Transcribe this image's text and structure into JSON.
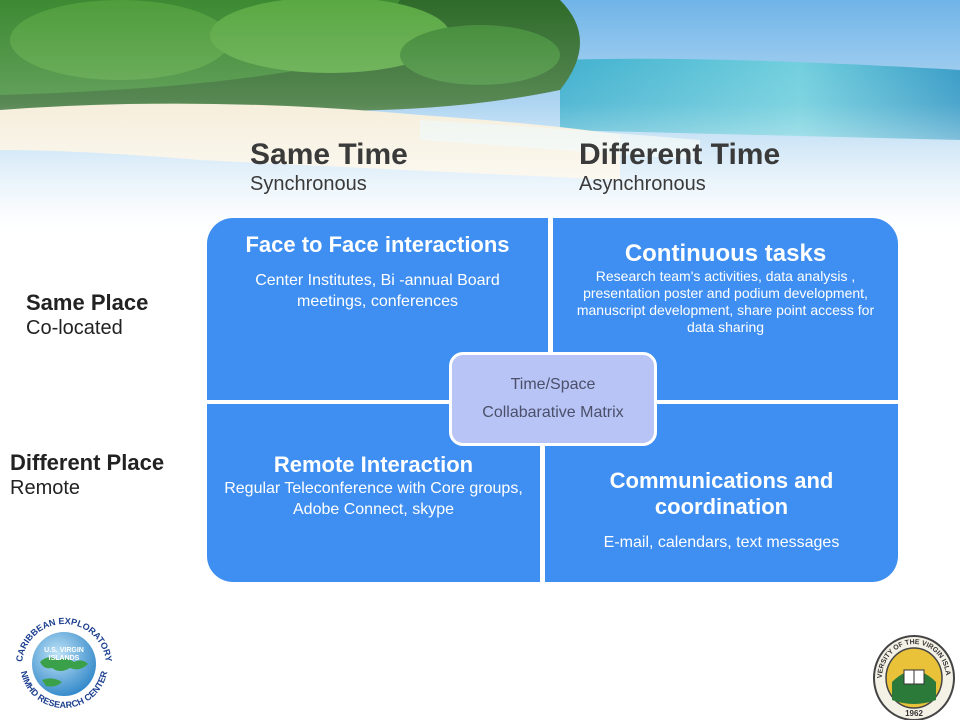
{
  "columns": [
    {
      "title": "Same Time",
      "subtitle": "Synchronous"
    },
    {
      "title": "Different Time",
      "subtitle": "Asynchronous"
    }
  ],
  "rows": [
    {
      "title": "Same Place",
      "subtitle": "Co-located"
    },
    {
      "title": "Different Place",
      "subtitle": "Remote"
    }
  ],
  "quadrants": {
    "top_left": {
      "title": "Face to Face interactions",
      "desc": "Center Institutes, Bi -annual Board meetings, conferences"
    },
    "top_right": {
      "title": "Continuous tasks",
      "desc": "Research team's activities, data analysis , presentation poster and podium development, manuscript development, share point access for data sharing"
    },
    "bottom_left": {
      "title": "Remote Interaction",
      "desc": "Regular Teleconference with Core groups, Adobe Connect, skype"
    },
    "bottom_right": {
      "title": "Communications and coordination",
      "desc": "E-mail, calendars, text messages"
    }
  },
  "center": {
    "line1": "Time/Space",
    "line2": "Collabarative Matrix"
  },
  "logos": {
    "left": {
      "top_text": "CARIBBEAN EXPLORATORY",
      "bottom_text": "NIMHD RESEARCH CENTER",
      "center_line1": "U.S. VIRGIN",
      "center_line2": "ISLANDS"
    },
    "right": {
      "top_text": "UNIVERSITY OF THE VIRGIN ISLANDS",
      "year": "1962"
    }
  },
  "colors": {
    "quadrant": "#3f8ff2",
    "center_box": "#b8c4f5"
  }
}
